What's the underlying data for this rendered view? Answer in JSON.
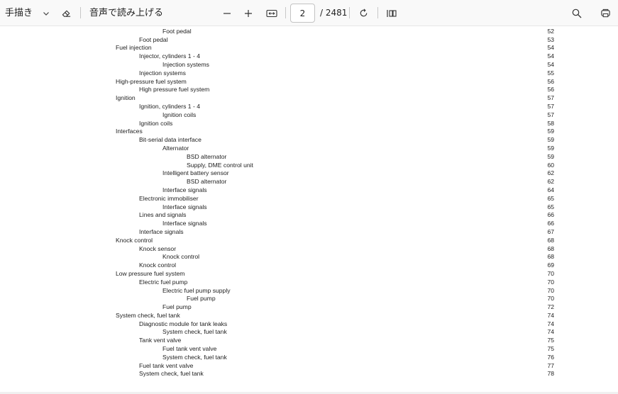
{
  "toolbar": {
    "draw_label": "手描き",
    "read_aloud_label": "音声で読み上げる",
    "current_page": "2",
    "total_pages": "/ 2481",
    "icons": {
      "draw": "pen-icon",
      "dropdown": "chevron-down-icon",
      "erase": "eraser-icon",
      "zoom_out": "minus-icon",
      "zoom_in": "plus-icon",
      "fit": "fit-width-icon",
      "rotate": "rotate-icon",
      "view": "page-view-icon",
      "search": "search-icon",
      "more": "device-icon"
    }
  },
  "colors": {
    "toolbar_bg": "#f9f9f9",
    "text": "#1f1f1f",
    "page_text": "#222222"
  },
  "toc": [
    {
      "level": 2,
      "title": "Clutch module",
      "page": "52"
    },
    {
      "level": 3,
      "title": "Foot pedal",
      "page": "52"
    },
    {
      "level": 2,
      "title": "Foot pedal",
      "page": "53"
    },
    {
      "level": 1,
      "title": "Fuel injection",
      "page": "54"
    },
    {
      "level": 2,
      "title": "Injector, cylinders 1 - 4",
      "page": "54"
    },
    {
      "level": 3,
      "title": "Injection systems",
      "page": "54"
    },
    {
      "level": 2,
      "title": "Injection systems",
      "page": "55"
    },
    {
      "level": 1,
      "title": "High-pressure fuel system",
      "page": "56"
    },
    {
      "level": 2,
      "title": "High pressure fuel system",
      "page": "56"
    },
    {
      "level": 1,
      "title": "Ignition",
      "page": "57"
    },
    {
      "level": 2,
      "title": "Ignition, cylinders 1 - 4",
      "page": "57"
    },
    {
      "level": 3,
      "title": "Ignition coils",
      "page": "57"
    },
    {
      "level": 2,
      "title": "Ignition coils",
      "page": "58"
    },
    {
      "level": 1,
      "title": "Interfaces",
      "page": "59"
    },
    {
      "level": 2,
      "title": "Bit-serial data interface",
      "page": "59"
    },
    {
      "level": 3,
      "title": "Alternator",
      "page": "59"
    },
    {
      "level": 4,
      "title": "BSD alternator",
      "page": "59"
    },
    {
      "level": 4,
      "title": "Supply, DME control unit",
      "page": "60"
    },
    {
      "level": 3,
      "title": "Intelligent battery sensor",
      "page": "62"
    },
    {
      "level": 4,
      "title": "BSD alternator",
      "page": "62"
    },
    {
      "level": 3,
      "title": "Interface signals",
      "page": "64"
    },
    {
      "level": 2,
      "title": "Electronic immobiliser",
      "page": "65"
    },
    {
      "level": 3,
      "title": "Interface signals",
      "page": "65"
    },
    {
      "level": 2,
      "title": "Lines and signals",
      "page": "66"
    },
    {
      "level": 3,
      "title": "Interface signals",
      "page": "66"
    },
    {
      "level": 2,
      "title": "Interface signals",
      "page": "67"
    },
    {
      "level": 1,
      "title": "Knock control",
      "page": "68"
    },
    {
      "level": 2,
      "title": "Knock sensor",
      "page": "68"
    },
    {
      "level": 3,
      "title": "Knock control",
      "page": "68"
    },
    {
      "level": 2,
      "title": "Knock control",
      "page": "69"
    },
    {
      "level": 1,
      "title": "Low pressure fuel system",
      "page": "70"
    },
    {
      "level": 2,
      "title": "Electric fuel pump",
      "page": "70"
    },
    {
      "level": 3,
      "title": "Electric fuel pump supply",
      "page": "70"
    },
    {
      "level": 4,
      "title": "Fuel pump",
      "page": "70"
    },
    {
      "level": 3,
      "title": "Fuel pump",
      "page": "72"
    },
    {
      "level": 1,
      "title": "System check, fuel tank",
      "page": "74"
    },
    {
      "level": 2,
      "title": "Diagnostic module for tank leaks",
      "page": "74"
    },
    {
      "level": 3,
      "title": "System check, fuel tank",
      "page": "74"
    },
    {
      "level": 2,
      "title": "Tank vent valve",
      "page": "75"
    },
    {
      "level": 3,
      "title": "Fuel tank vent valve",
      "page": "75"
    },
    {
      "level": 3,
      "title": "System check, fuel tank",
      "page": "76"
    },
    {
      "level": 2,
      "title": "Fuel tank vent valve",
      "page": "77"
    },
    {
      "level": 2,
      "title": "System check, fuel tank",
      "page": "78"
    }
  ]
}
